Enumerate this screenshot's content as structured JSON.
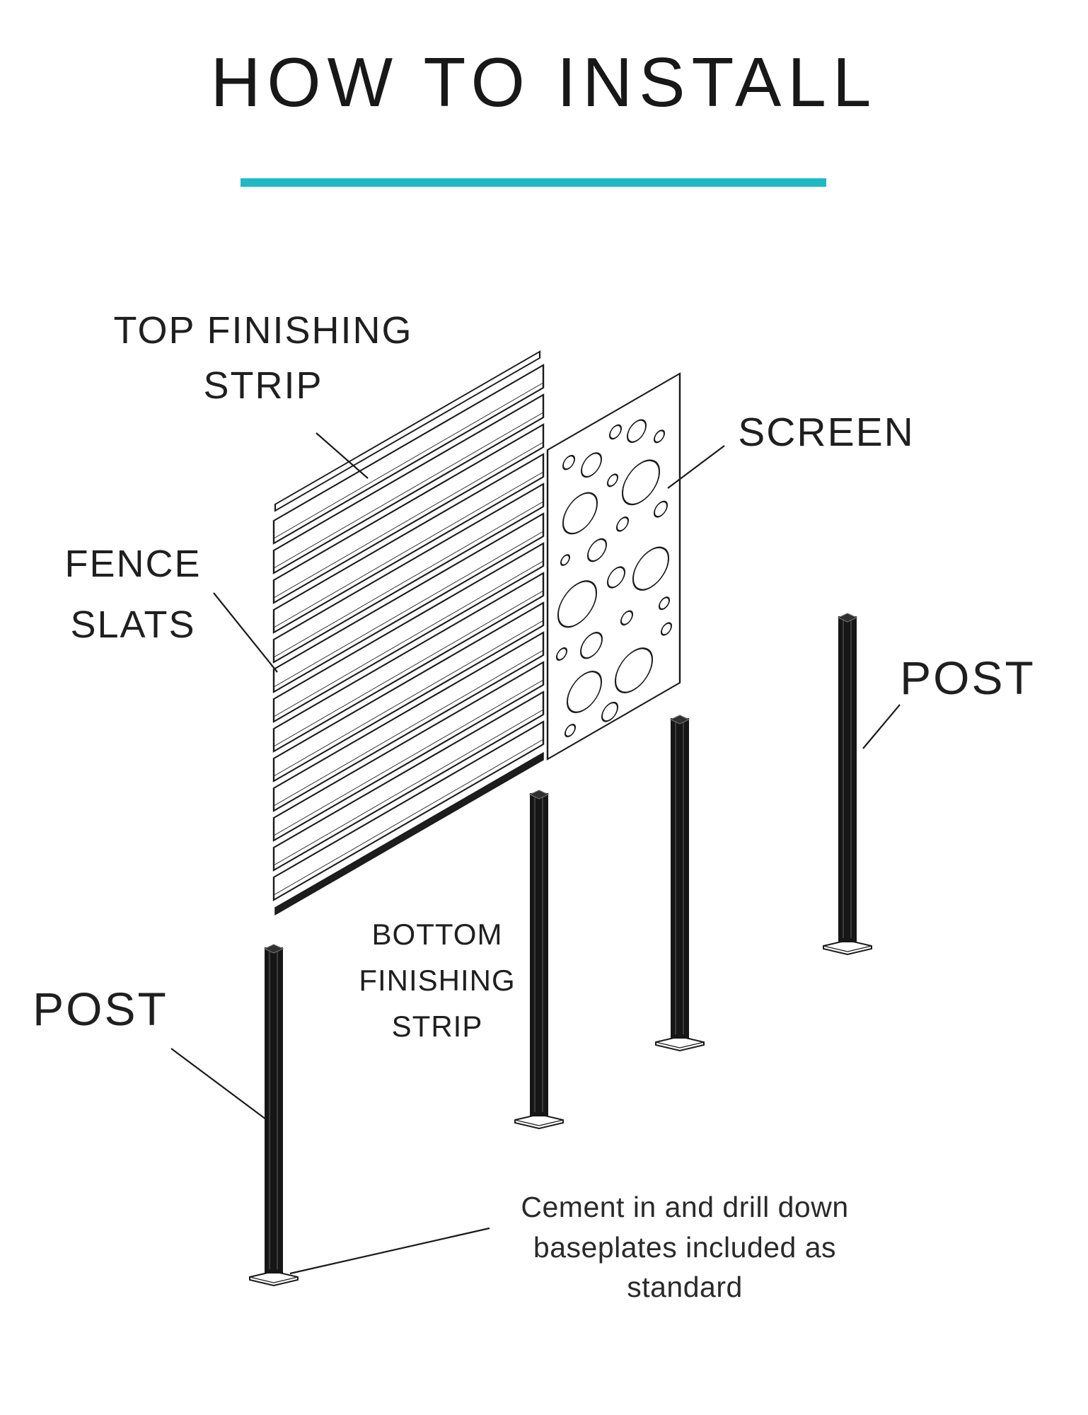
{
  "title": "HOW TO INSTALL",
  "accent_color": "#1fb9c3",
  "labels": {
    "top_strip": [
      "TOP FINISHING",
      "STRIP"
    ],
    "screen": "SCREEN",
    "fence_slats": [
      "FENCE",
      "SLATS"
    ],
    "post_right": "POST",
    "post_left": "POST",
    "bottom_strip": [
      "BOTTOM",
      "FINISHING",
      "STRIP"
    ]
  },
  "caption": [
    "Cement in and drill down",
    "baseplates included as",
    "standard"
  ]
}
